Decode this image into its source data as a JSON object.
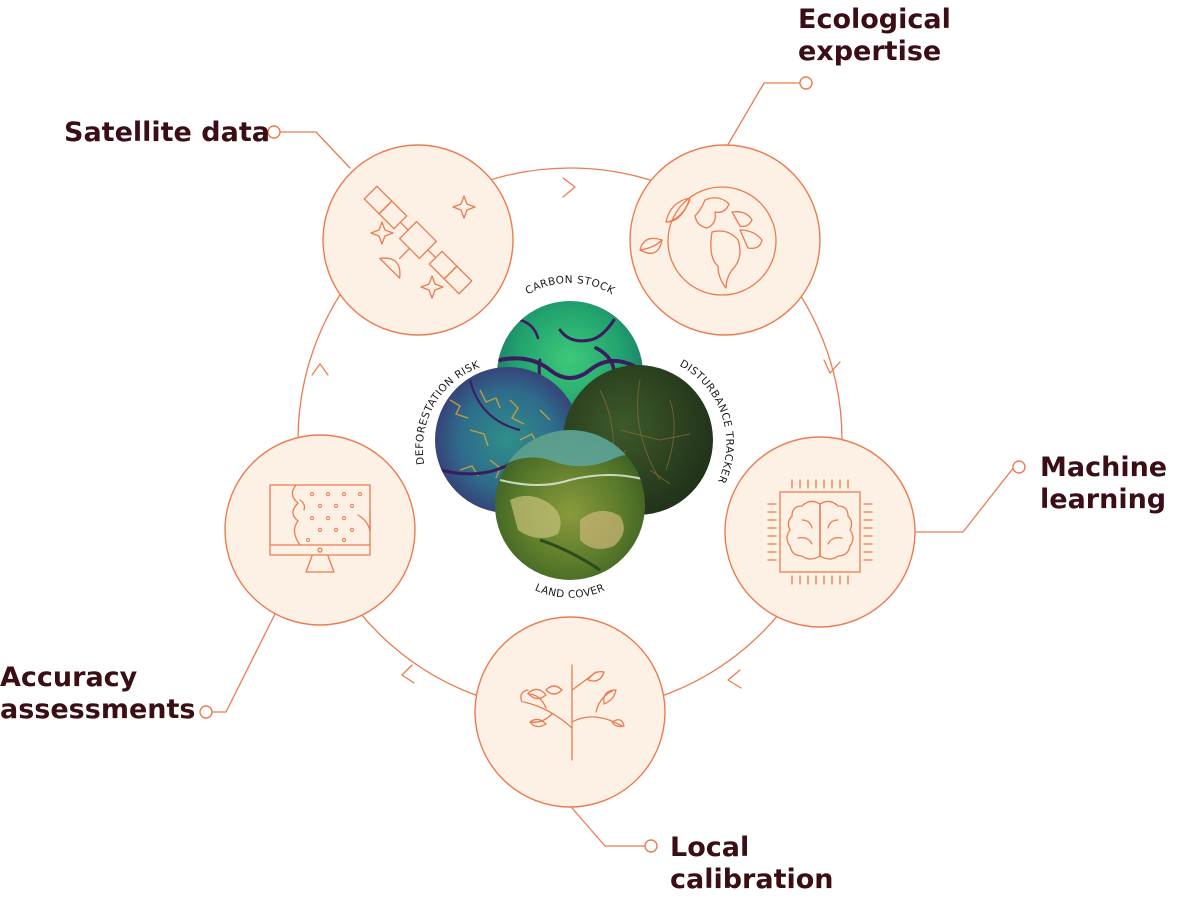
{
  "nodes": [
    {
      "id": "satellite",
      "label_lines": [
        "Satellite data"
      ],
      "icon": "satellite-icon"
    },
    {
      "id": "ecological",
      "label_lines": [
        "Ecological",
        "expertise"
      ],
      "icon": "earth-leaf-icon"
    },
    {
      "id": "machine",
      "label_lines": [
        "Machine",
        "learning"
      ],
      "icon": "brain-chip-icon"
    },
    {
      "id": "local",
      "label_lines": [
        "Local",
        "calibration"
      ],
      "icon": "tree-branch-icon"
    },
    {
      "id": "accuracy",
      "label_lines": [
        "Accuracy",
        "assessments"
      ],
      "icon": "monitor-map-icon"
    }
  ],
  "maps": [
    {
      "id": "carbon",
      "label": "CARBON STOCK"
    },
    {
      "id": "disturbance",
      "label": "DISTURBANCE TRACKER"
    },
    {
      "id": "land",
      "label": "LAND COVER"
    },
    {
      "id": "deforestation",
      "label": "DEFORESTATION RISK"
    }
  ],
  "colors": {
    "accent": "#ec7b50",
    "node_fill": "#fdf1e6",
    "label": "#3a0e14"
  }
}
